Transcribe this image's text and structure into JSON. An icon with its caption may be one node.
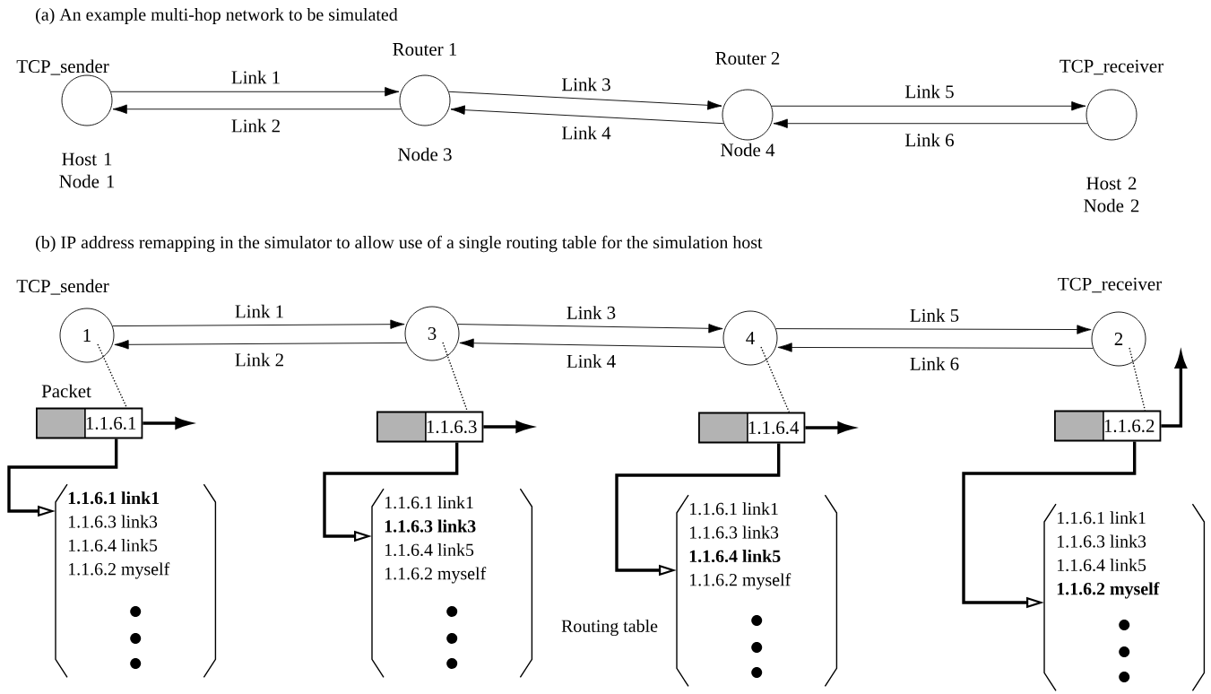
{
  "diagram": {
    "nodes": [
      {
        "text": [],
        "shape": "circle",
        "beside": [
          "TCP_sender",
          "Host 1 Node 1"
        ]
      },
      {
        "text": [],
        "shape": "circle",
        "beside": [
          "Router 1",
          "Node 3"
        ]
      },
      {
        "text": [],
        "shape": "circle",
        "beside": [
          "Router 2",
          "Node 4"
        ]
      },
      {
        "text": [],
        "shape": "circle",
        "beside": [
          "TCP_receiver",
          "Host 2 Node 2"
        ]
      },
      {
        "text": [
          "1"
        ],
        "beside": [
          "TCP_sender"
        ]
      },
      {
        "text": [
          "3"
        ]
      },
      {
        "text": [
          "4"
        ]
      },
      {
        "text": [
          "2"
        ],
        "beside": [
          "TCP_receiver"
        ]
      },
      {
        "text": [
          "1.1.6.1"
        ],
        "beside": [
          "Packet"
        ]
      },
      {
        "text": [
          "1.1.6.3"
        ]
      },
      {
        "text": [
          "1.1.6.4"
        ]
      },
      {
        "text": [
          "1.1.6.2"
        ]
      },
      {
        "text": [
          "**1.1.6.1 link1**",
          "1.1.6.3 link3",
          "1.1.6.4 link5",
          "1.1.6.2 myself"
        ]
      },
      {
        "text": [
          "1.1.6.1 link1",
          "**1.1.6.3 link3**",
          "1.1.6.4 link5",
          "1.1.6.2 myself"
        ]
      },
      {
        "text": [
          "1.1.6.1 link1",
          "1.1.6.3 link3",
          "**1.1.6.4 link5**",
          "1.1.6.2 myself"
        ]
      },
      {
        "text": [
          "1.1.6.1 link1",
          "1.1.6.3 link3",
          "1.1.6.4 link5",
          "**1.1.6.2 myself**"
        ]
      }
    ],
    "edges": [
      {
        "from": 0,
        "to": 1,
        "arrow": "to",
        "label": "Link 1"
      },
      {
        "from": 1,
        "to": 0,
        "arrow": "to",
        "label": "Link 2"
      },
      {
        "from": 1,
        "to": 2,
        "arrow": "to",
        "label": "Link 3"
      },
      {
        "from": 2,
        "to": 1,
        "arrow": "to",
        "label": "Link 4"
      },
      {
        "from": 2,
        "to": 3,
        "arrow": "to",
        "label": "Link 5"
      },
      {
        "from": 3,
        "to": 2,
        "arrow": "to",
        "label": "Link 6"
      },
      {
        "from": 4,
        "to": 5,
        "arrow": "to",
        "label": "Link 1"
      },
      {
        "from": 5,
        "to": 4,
        "arrow": "to",
        "label": "Link 2"
      },
      {
        "from": 5,
        "to": 6,
        "arrow": "to",
        "label": "Link 3"
      },
      {
        "from": 6,
        "to": 5,
        "arrow": "to",
        "label": "Link 4"
      },
      {
        "from": 6,
        "to": 7,
        "arrow": "to",
        "label": "Link 5"
      },
      {
        "from": 7,
        "to": 6,
        "arrow": "to",
        "label": "Link 6"
      },
      {
        "from": 4,
        "to": 8,
        "arrow": "none",
        "style": "dashed"
      },
      {
        "from": 5,
        "to": 9,
        "arrow": "none",
        "style": "dashed"
      },
      {
        "from": 6,
        "to": 10,
        "arrow": "none",
        "style": "dashed"
      },
      {
        "from": 7,
        "to": 11,
        "arrow": "none",
        "style": "dashed"
      },
      {
        "from": 8,
        "to": null,
        "arrow": "to",
        "style": "thick"
      },
      {
        "from": 9,
        "to": null,
        "arrow": "to",
        "style": "thick"
      },
      {
        "from": 10,
        "to": null,
        "arrow": "to",
        "style": "thick"
      },
      {
        "from": 11,
        "to": null,
        "arrow": "to",
        "style": "thick"
      },
      {
        "from": 8,
        "to": 12,
        "arrow": "to",
        "style": "thick"
      },
      {
        "from": 9,
        "to": 13,
        "arrow": "to",
        "style": "thick"
      },
      {
        "from": 10,
        "to": 14,
        "arrow": "to",
        "style": "thick"
      },
      {
        "from": 11,
        "to": 15,
        "arrow": "to",
        "style": "thick"
      }
    ],
    "labels": [
      "(a) An example multi-hop network to be simulated",
      "(b) IP address remapping in the simulator to allow use of a single routing table for the simulation host",
      "Routing table"
    ]
  }
}
